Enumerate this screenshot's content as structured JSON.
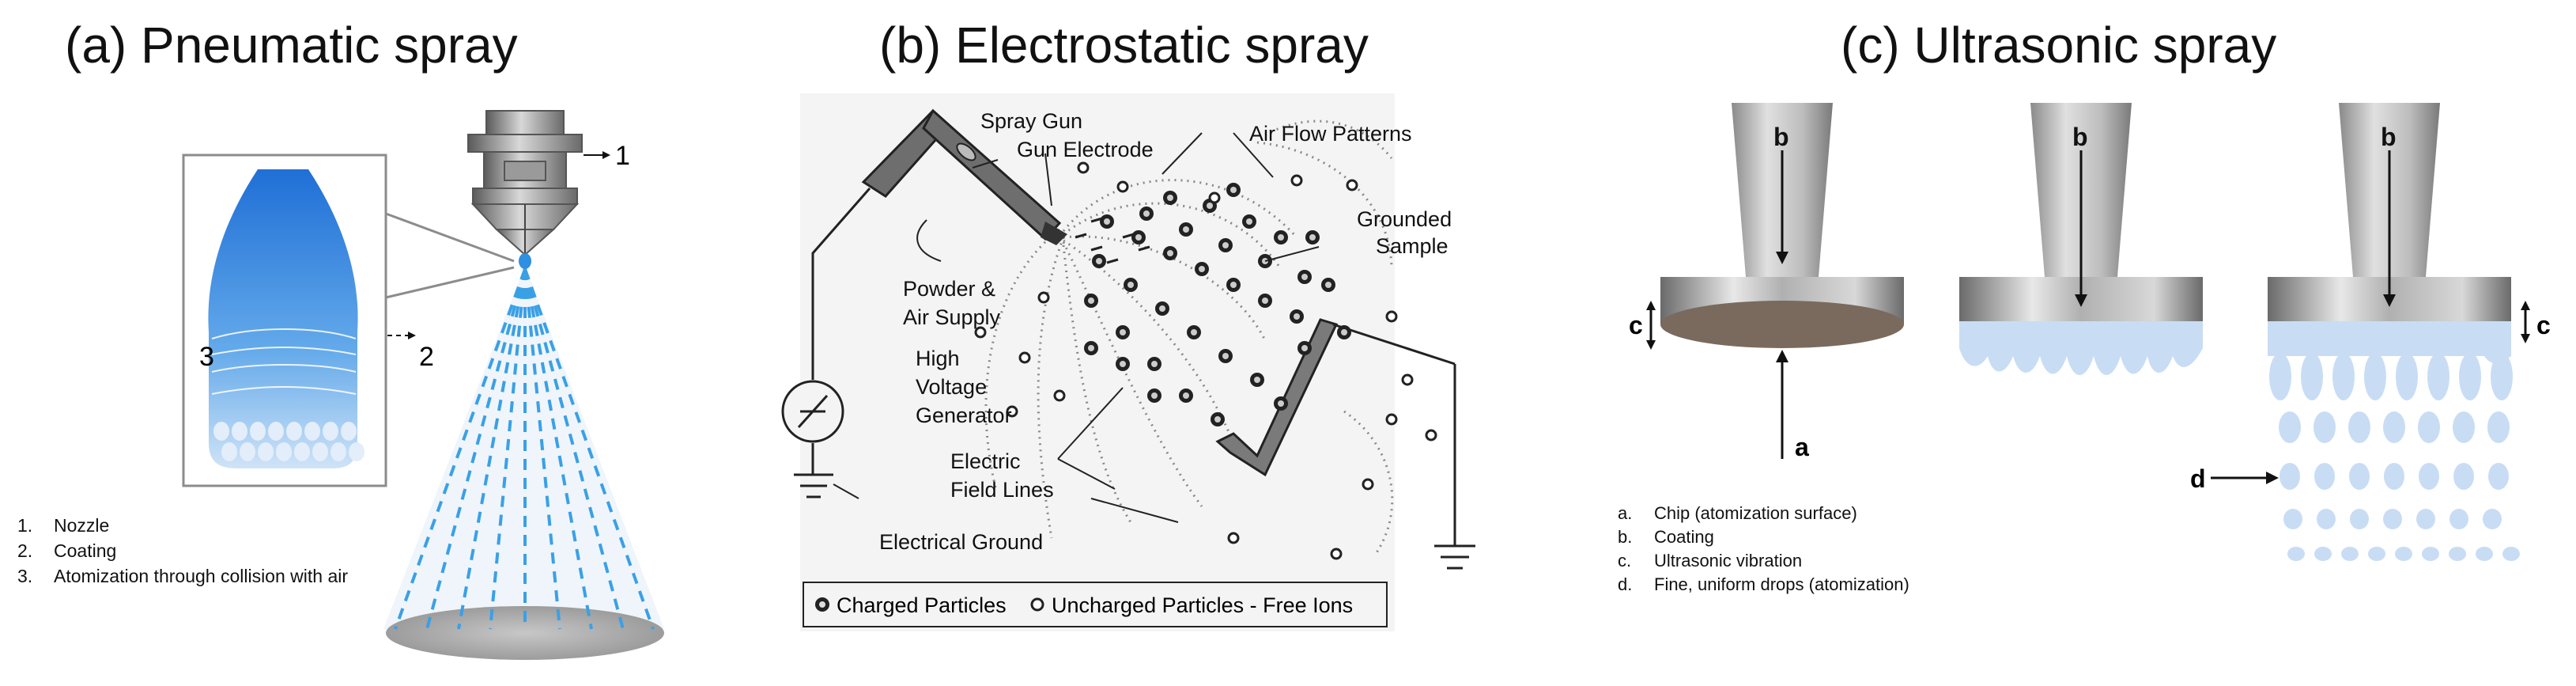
{
  "panel_a": {
    "title": "(a) Pneumatic spray",
    "callouts": [
      "1",
      "2",
      "3"
    ],
    "legend": [
      {
        "key": "1.",
        "text": "Nozzle"
      },
      {
        "key": "2.",
        "text": "Coating"
      },
      {
        "key": "3.",
        "text": "Atomization through collision with air"
      }
    ]
  },
  "panel_b": {
    "title": "(b) Electrostatic spray",
    "labels": {
      "spray_gun": "Spray Gun",
      "gun_electrode": "Gun Electrode",
      "air_flow": "Air Flow Patterns",
      "grounded_1": "Grounded",
      "grounded_2": "Sample",
      "powder_1": "Powder &",
      "powder_2": "Air Supply",
      "hv_1": "High",
      "hv_2": "Voltage",
      "hv_3": "Generator",
      "field_1": "Electric",
      "field_2": "Field Lines",
      "ground": "Electrical Ground"
    },
    "legend": {
      "charged": "Charged Particles",
      "uncharged": "Uncharged Particles - Free Ions"
    }
  },
  "panel_c": {
    "title": "(c) Ultrasonic spray",
    "labels": {
      "a": "a",
      "b": "b",
      "c": "c",
      "d": "d"
    },
    "legend": [
      {
        "key": "a.",
        "text": "Chip (atomization surface)"
      },
      {
        "key": "b.",
        "text": "Coating"
      },
      {
        "key": "c.",
        "text": "Ultrasonic vibration"
      },
      {
        "key": "d.",
        "text": "Fine, uniform drops (atomization)"
      }
    ]
  },
  "colors": {
    "spray_blue": "#3aa0e6",
    "droplet_blue": "#c8ddf4",
    "metal_dark": "#6e6e6e",
    "metal_light": "#d4d4d4",
    "chip_brown": "#7a6a5e"
  }
}
